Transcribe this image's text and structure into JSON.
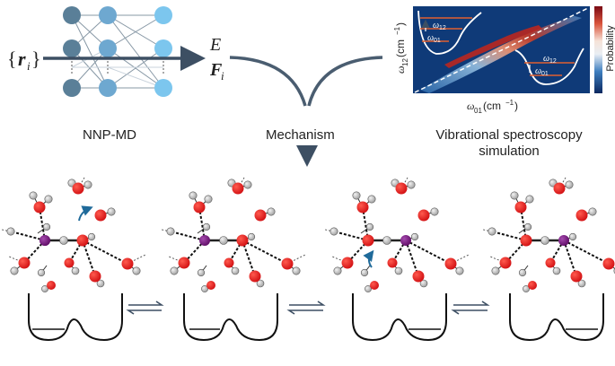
{
  "input": {
    "brace_open": "{",
    "symbol": "r",
    "subscript": "i",
    "brace_close": "}"
  },
  "outputs": {
    "energy": "E",
    "force": "F",
    "force_subscript": "i"
  },
  "labels": {
    "nnp": "NNP-MD",
    "mechanism": "Mechanism",
    "spectroscopy_line1": "Vibrational spectroscopy",
    "spectroscopy_line2": "simulation"
  },
  "spectrum": {
    "xlabel_main": "ω",
    "xlabel_sub": "01",
    "xlabel_unit": " (cm",
    "xlabel_exp": "−1",
    "xlabel_close": ")",
    "ylabel_main": "ω",
    "ylabel_sub": "12",
    "ylabel_unit": " (cm",
    "ylabel_exp": "−1",
    "ylabel_close": ")",
    "colorbar_label": "Probability",
    "inset_upper": "ω",
    "inset_upper_sub": "12",
    "inset_lower": "ω",
    "inset_lower_sub": "01"
  },
  "colors": {
    "network_dark": "#5a7f98",
    "network_mid": "#6ea8d0",
    "network_light": "#7cc6ee",
    "arrow": "#3d4f63",
    "oxygen": "#e8171b",
    "hydrogen": "#bfbfbf",
    "excess": "#7a1a82",
    "connector": "#4a5d70"
  }
}
